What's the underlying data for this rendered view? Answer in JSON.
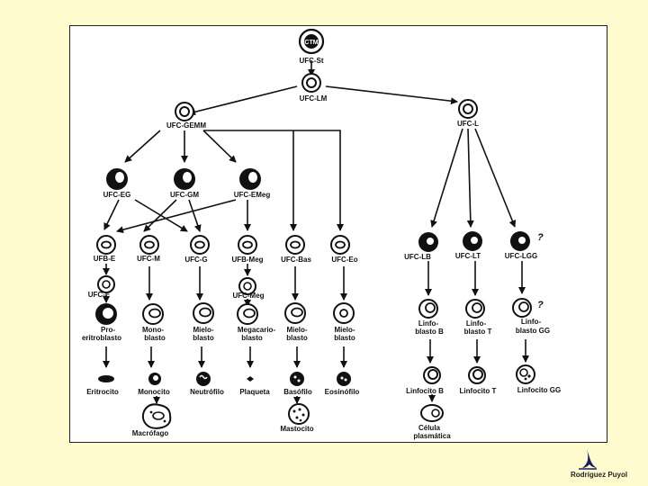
{
  "labels": {
    "ctm": "CTM",
    "ufc_st": "UFC-St",
    "ufc_lm": "UFC-LM",
    "ufc_gemm": "UFC-GEMM",
    "ufc_l": "UFC-L",
    "ufc_eg": "UFC-EG",
    "ufc_gm": "UFC-GM",
    "ufc_emeg": "UFC-EMeg",
    "ufb_e": "UFB-E",
    "ufc_m": "UFC-M",
    "ufc_g": "UFC-G",
    "ufb_meg": "UFB-Meg",
    "ufc_bas": "UFC-Bas",
    "ufc_eo": "UFC-Eo",
    "ufc_lb": "UFC-LB",
    "ufc_lt": "UFC-LT",
    "ufc_lgg": "UFC-LGG",
    "ufc_e": "UFC-E",
    "ufc_meg": "UFC-Meg",
    "pro_1": "Pro-",
    "pro_2": "eritroblasto",
    "mono_1": "Mono-",
    "mono_2": "blasto",
    "mielo1_1": "Mielo-",
    "mielo1_2": "blasto",
    "mega_1": "Megacario-",
    "mega_2": "blasto",
    "mielo2_1": "Mielo-",
    "mielo2_2": "blasto",
    "mielo3_1": "Mielo-",
    "mielo3_2": "blasto",
    "linfob_1": "Linfo-",
    "linfob_2": "blasto B",
    "linfot_1": "Linfo-",
    "linfot_2": "blasto T",
    "linfogg_1": "Linfo-",
    "linfogg_2": "blasto GG",
    "eritrocito": "Eritrocito",
    "monocito": "Monocito",
    "neutrofilo": "Neutrófilo",
    "plaqueta": "Plaqueta",
    "basofilo": "Basófilo",
    "eosinofilo": "Eosinófilo",
    "linfocito_b": "Linfocito B",
    "linfocito_t": "Linfocito T",
    "linfocito_gg": "Linfocito GG",
    "macrofago": "Macrófago",
    "mastocito": "Mastocito",
    "celula_1": "Célula",
    "celula_2": "plasmática",
    "qmark": "?"
  },
  "credit": "Rodríguez Puyol",
  "colors": {
    "background": "#fefccf",
    "panel": "#ffffff",
    "ink": "#111111"
  }
}
